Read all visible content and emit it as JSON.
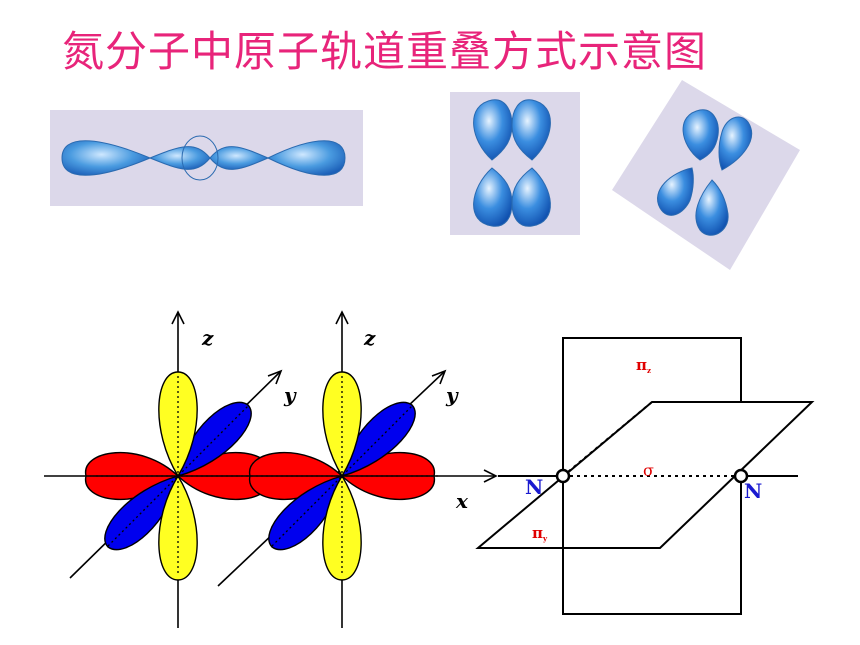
{
  "title": "氮分子中原子轨道重叠方式示意图",
  "axes": {
    "z": "z",
    "y": "y",
    "x": "x"
  },
  "atoms": {
    "left": "N",
    "right": "N"
  },
  "bonds": {
    "sigma": "σ",
    "pi_z": "π",
    "pi_z_sub": "z",
    "pi_y": "π",
    "pi_y_sub": "y"
  },
  "colors": {
    "title": "#e8247a",
    "lobe_yellow": "#ffff22",
    "lobe_red": "#ff0000",
    "lobe_blue": "#0000ee",
    "cloud_blue": "#3a8fd8",
    "panel_bg": "#dcd8ea"
  }
}
